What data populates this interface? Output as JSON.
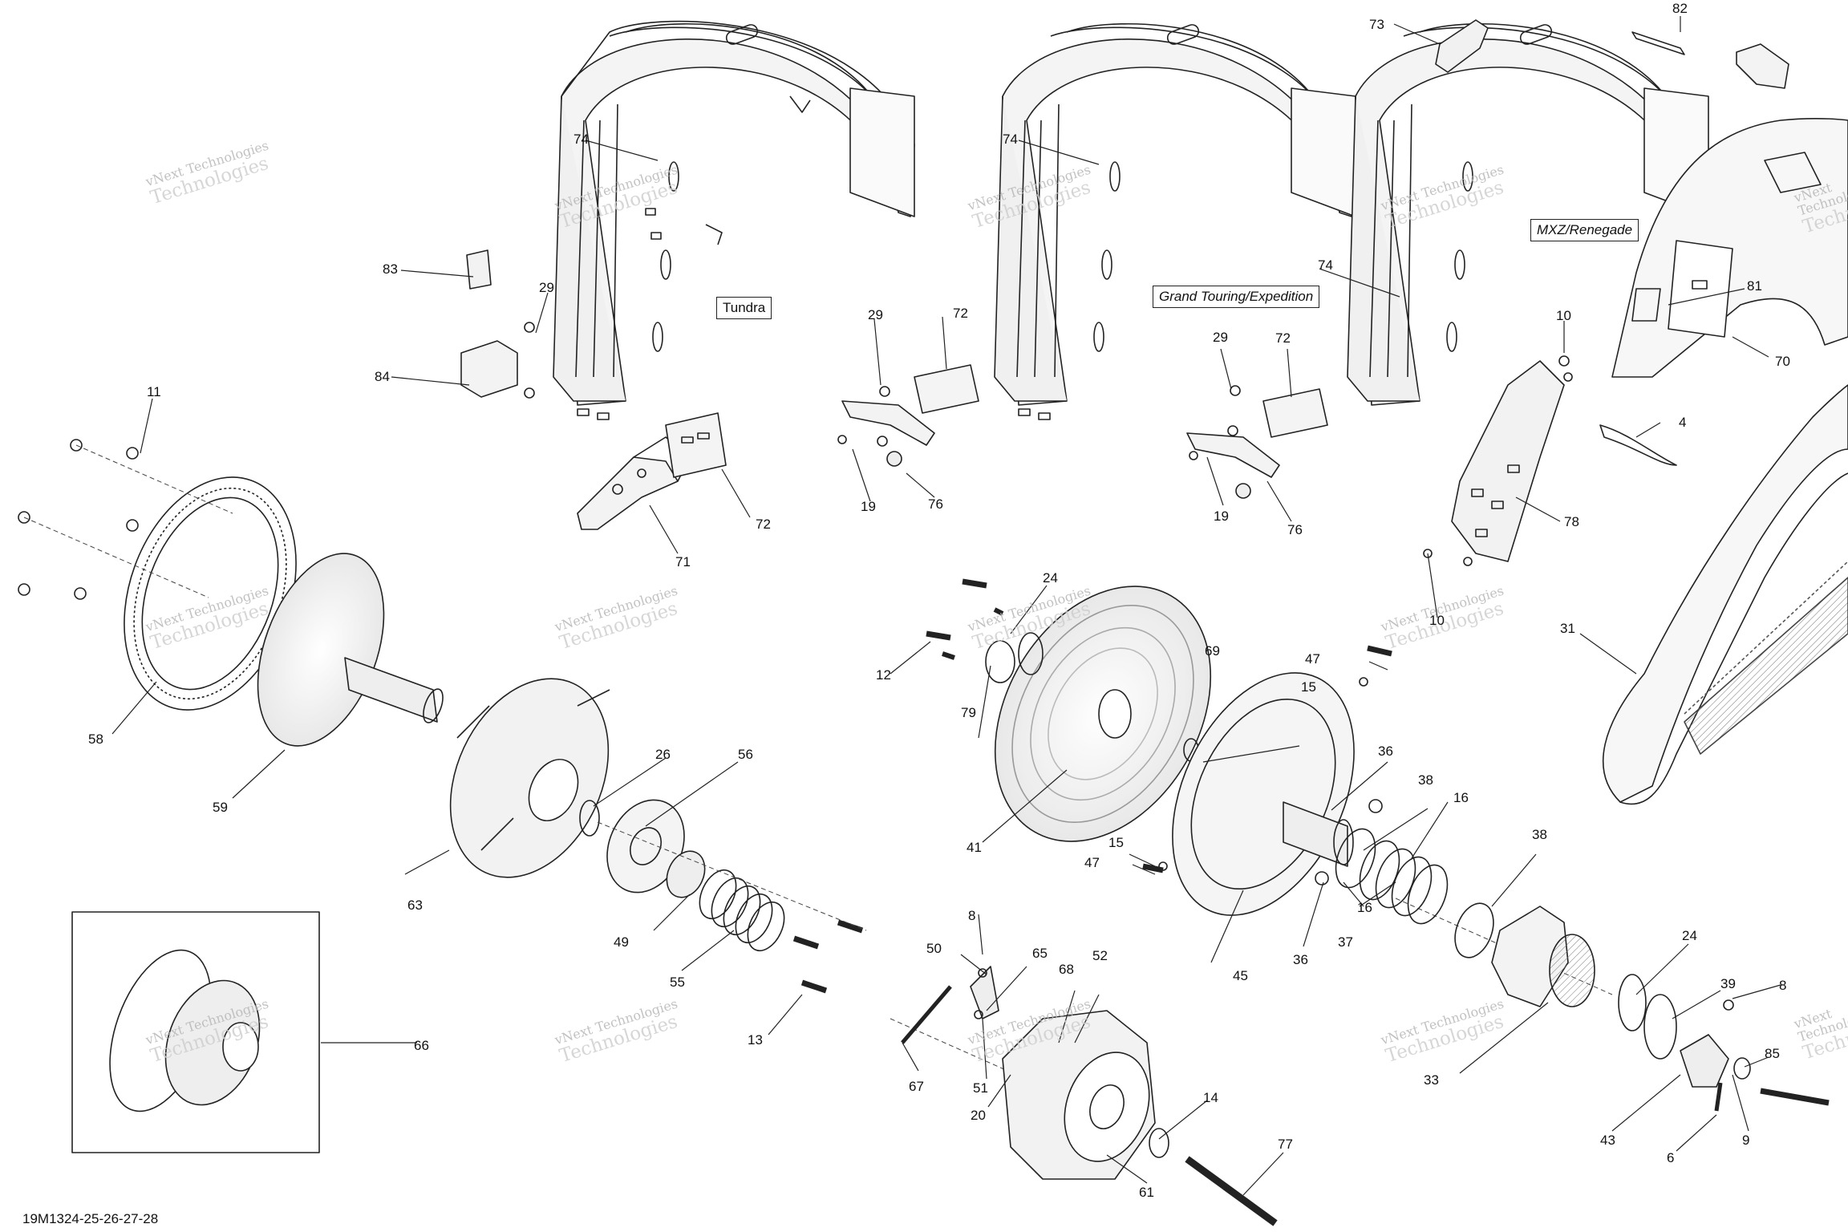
{
  "diagram_code": "19M1324-25-26-27-28",
  "model_labels": {
    "tundra": "Tundra",
    "grand_touring": "Grand Touring/Expedition",
    "mxz": "MXZ/Renegade"
  },
  "watermark": {
    "line1": "vNext Technologies",
    "line2": "Technologies"
  },
  "callouts": [
    {
      "id": "c82",
      "text": "82"
    },
    {
      "id": "c73",
      "text": "73"
    },
    {
      "id": "c74a",
      "text": "74"
    },
    {
      "id": "c74b",
      "text": "74"
    },
    {
      "id": "c74c",
      "text": "74"
    },
    {
      "id": "c83",
      "text": "83"
    },
    {
      "id": "c29a",
      "text": "29"
    },
    {
      "id": "c84",
      "text": "84"
    },
    {
      "id": "c11",
      "text": "11"
    },
    {
      "id": "c29b",
      "text": "29"
    },
    {
      "id": "c72a",
      "text": "72"
    },
    {
      "id": "c19a",
      "text": "19"
    },
    {
      "id": "c76a",
      "text": "76"
    },
    {
      "id": "c72b",
      "text": "72"
    },
    {
      "id": "c71",
      "text": "71"
    },
    {
      "id": "c29c",
      "text": "29"
    },
    {
      "id": "c72c",
      "text": "72"
    },
    {
      "id": "c19b",
      "text": "19"
    },
    {
      "id": "c76b",
      "text": "76"
    },
    {
      "id": "c10a",
      "text": "10"
    },
    {
      "id": "c81",
      "text": "81"
    },
    {
      "id": "c70",
      "text": "70"
    },
    {
      "id": "c4",
      "text": "4"
    },
    {
      "id": "c78",
      "text": "78"
    },
    {
      "id": "c10b",
      "text": "10"
    },
    {
      "id": "c31",
      "text": "31"
    },
    {
      "id": "c58",
      "text": "58"
    },
    {
      "id": "c59",
      "text": "59"
    },
    {
      "id": "c24a",
      "text": "24"
    },
    {
      "id": "c12",
      "text": "12"
    },
    {
      "id": "c79",
      "text": "79"
    },
    {
      "id": "c69",
      "text": "69"
    },
    {
      "id": "c47a",
      "text": "47"
    },
    {
      "id": "c15a",
      "text": "15"
    },
    {
      "id": "c26",
      "text": "26"
    },
    {
      "id": "c56",
      "text": "56"
    },
    {
      "id": "c63",
      "text": "63"
    },
    {
      "id": "c49",
      "text": "49"
    },
    {
      "id": "c55",
      "text": "55"
    },
    {
      "id": "c41",
      "text": "41"
    },
    {
      "id": "c36a",
      "text": "36"
    },
    {
      "id": "c38a",
      "text": "38"
    },
    {
      "id": "c16a",
      "text": "16"
    },
    {
      "id": "c15b",
      "text": "15"
    },
    {
      "id": "c47b",
      "text": "47"
    },
    {
      "id": "c16b",
      "text": "16"
    },
    {
      "id": "c37",
      "text": "37"
    },
    {
      "id": "c36b",
      "text": "36"
    },
    {
      "id": "c45",
      "text": "45"
    },
    {
      "id": "c38b",
      "text": "38"
    },
    {
      "id": "c8a",
      "text": "8"
    },
    {
      "id": "c50",
      "text": "50"
    },
    {
      "id": "c65",
      "text": "65"
    },
    {
      "id": "c52",
      "text": "52"
    },
    {
      "id": "c68",
      "text": "68"
    },
    {
      "id": "c13",
      "text": "13"
    },
    {
      "id": "c67",
      "text": "67"
    },
    {
      "id": "c51",
      "text": "51"
    },
    {
      "id": "c20",
      "text": "20"
    },
    {
      "id": "c66",
      "text": "66"
    },
    {
      "id": "c14",
      "text": "14"
    },
    {
      "id": "c77",
      "text": "77"
    },
    {
      "id": "c61",
      "text": "61"
    },
    {
      "id": "c24b",
      "text": "24"
    },
    {
      "id": "c39",
      "text": "39"
    },
    {
      "id": "c8b",
      "text": "8"
    },
    {
      "id": "c85",
      "text": "85"
    },
    {
      "id": "c33",
      "text": "33"
    },
    {
      "id": "c43",
      "text": "43"
    },
    {
      "id": "c6",
      "text": "6"
    },
    {
      "id": "c9",
      "text": "9"
    }
  ]
}
